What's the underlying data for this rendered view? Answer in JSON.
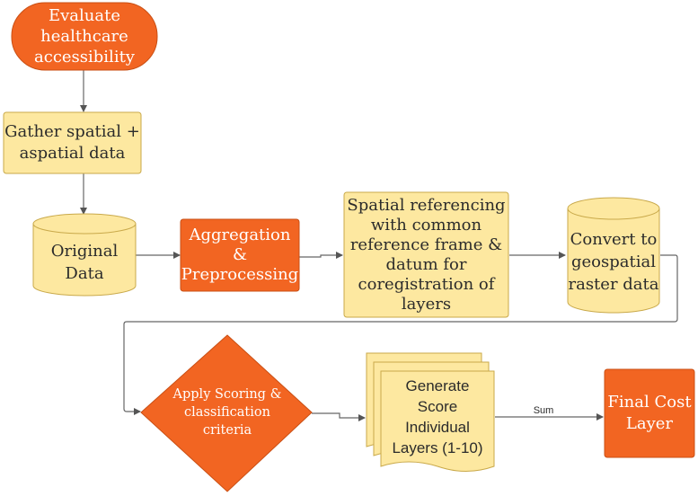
{
  "colors": {
    "orange": "#f26522",
    "orange_stroke": "#c94f14",
    "yellow": "#fde8a0",
    "yellow_stroke": "#c9a94a",
    "line": "#666666"
  },
  "nodes": {
    "evaluate": "Evaluate\nhealthcare\naccessibility",
    "gather": "Gather spatial +\naspatial data",
    "original": "Original\nData",
    "aggregation": "Aggregation\n&\nPreprocessing",
    "referencing": "Spatial referencing\nwith common\nreference frame &\ndatum for\ncoregistration of\nlayers",
    "convert": "Convert to\ngeospatial\nraster data",
    "scoring": "Apply Scoring &\nclassification criteria",
    "generate": "Generate\nScore\nIndividual\nLayers (1-10)",
    "final": "Final Cost\nLayer"
  },
  "edges": {
    "sum_label": "Sum"
  }
}
